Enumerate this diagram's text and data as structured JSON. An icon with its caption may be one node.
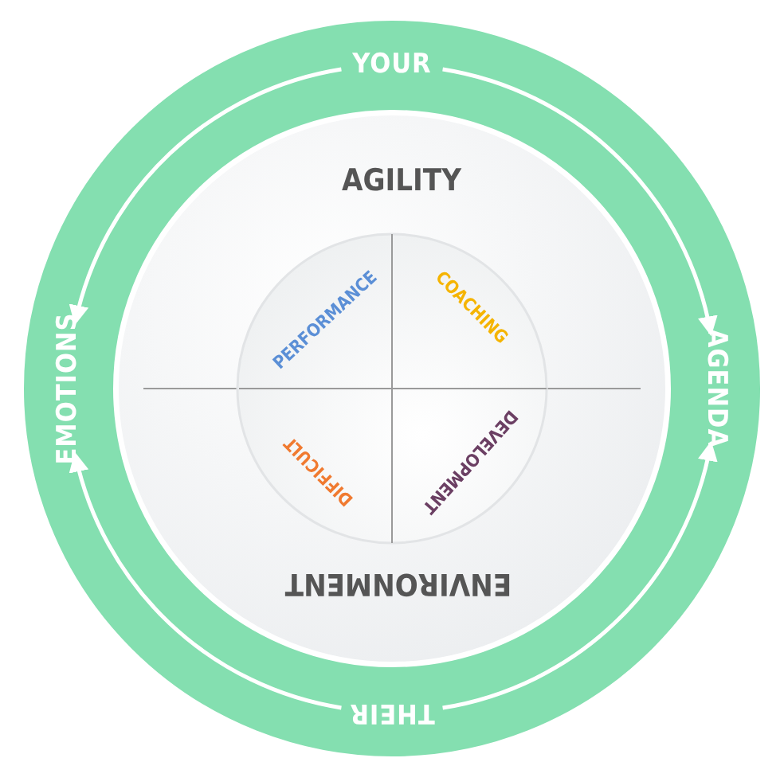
{
  "diagram": {
    "nodes": [
      {
        "text": [
          "YOUR"
        ]
      },
      {
        "text": [
          "AGENDA"
        ]
      },
      {
        "text": [
          "THEIR"
        ]
      },
      {
        "text": [
          "EMOTIONS"
        ]
      }
    ],
    "edges": [
      {
        "from": 0,
        "to": 1,
        "arrow": "to"
      },
      {
        "from": 2,
        "to": 1,
        "arrow": "to"
      },
      {
        "from": 0,
        "to": 3,
        "arrow": "to"
      },
      {
        "from": 2,
        "to": 3,
        "arrow": "to"
      }
    ],
    "labels": [
      "AGILITY",
      "PERFORMANCE",
      "COACHING",
      "DIFFICULT",
      "DEVELOPMENT",
      "ENVIRONMENT"
    ]
  }
}
